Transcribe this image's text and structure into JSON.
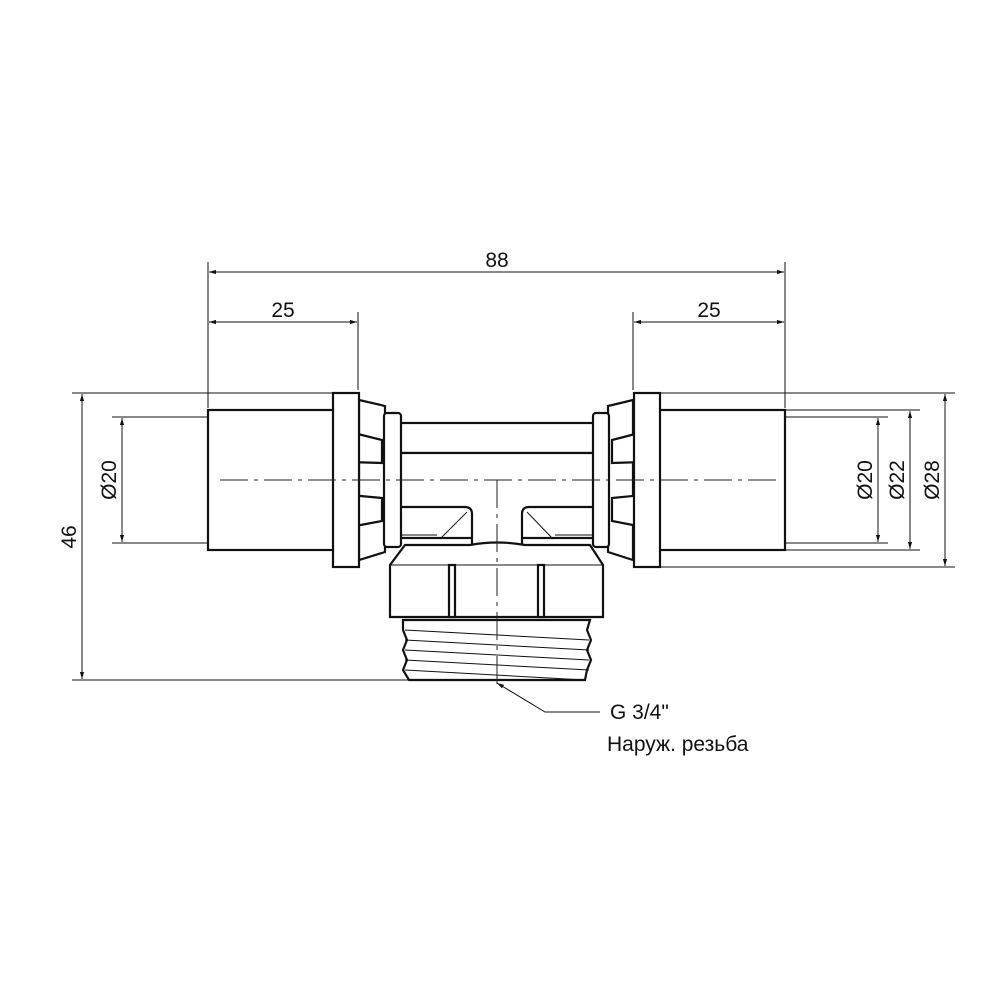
{
  "dimensions": {
    "overall_length": "88",
    "left_socket_length": "25",
    "right_socket_length": "25",
    "height": "46",
    "left_diameter": "Ø20",
    "right_diameter_inner": "Ø20",
    "right_diameter_middle": "Ø22",
    "right_diameter_outer": "Ø28"
  },
  "callout": {
    "thread": "G 3/4\"",
    "description": "Наруж. резьба"
  }
}
